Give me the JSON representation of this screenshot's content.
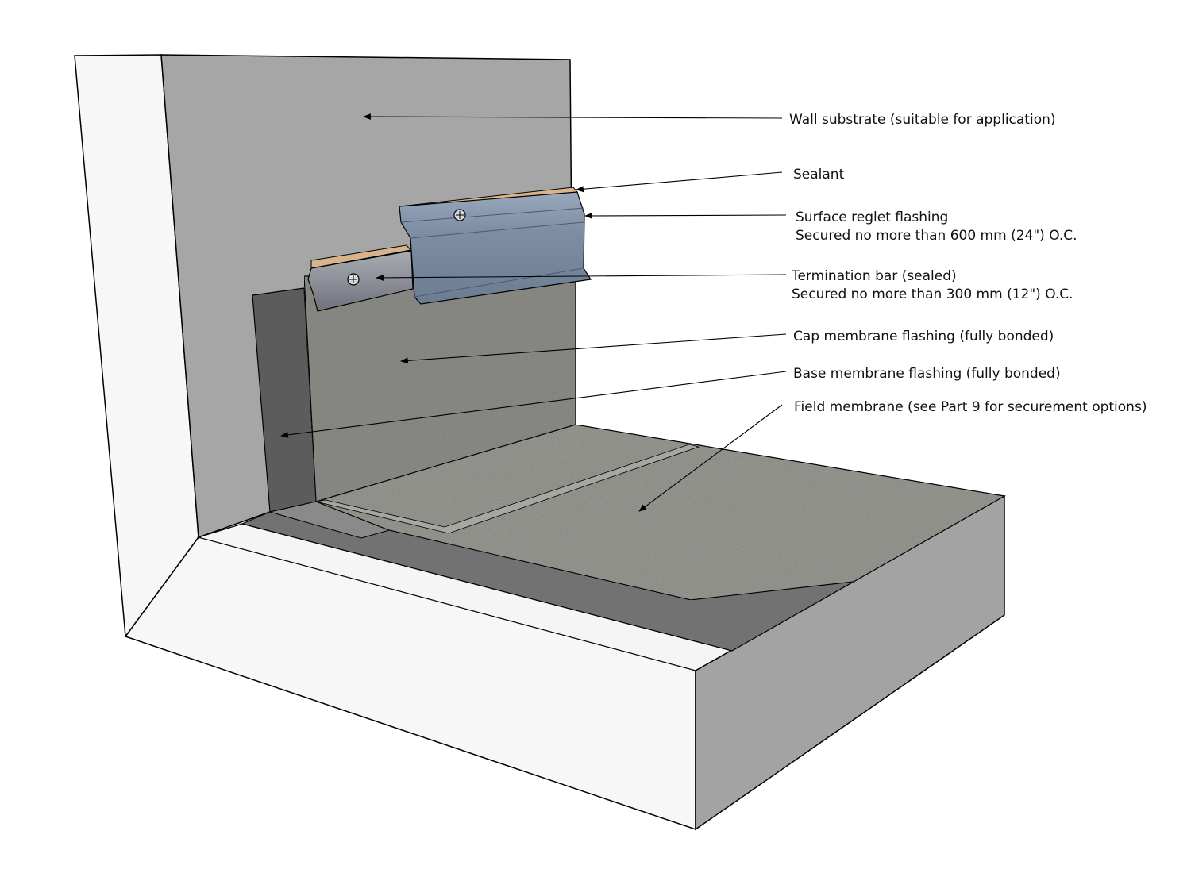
{
  "colors": {
    "background": "#ffffff",
    "outline": "#000000",
    "deck_face": "#f7f7f7",
    "wall_substrate": "#a6a6a6",
    "deck_side": "#a3a3a3",
    "base_membrane": "#5c5c5c",
    "deck_shadow": "#727272",
    "granular_membrane": "#9a9a95",
    "granular_membrane_dark": "#6e6e6a",
    "metal_flashing": "#7d8ea4",
    "termination_bar": "#8e9099",
    "sealant": "#d8b48c"
  },
  "callouts": [
    {
      "line1": "Wall substrate (suitable for application)",
      "line2": ""
    },
    {
      "line1": "Sealant",
      "line2": ""
    },
    {
      "line1": "Surface reglet flashing",
      "line2": "Secured no more than 600 mm (24\") O.C."
    },
    {
      "line1": "Termination bar (sealed)",
      "line2": "Secured no more than 300 mm (12\") O.C."
    },
    {
      "line1": "Cap membrane flashing (fully bonded)",
      "line2": ""
    },
    {
      "line1": "Base membrane flashing (fully bonded)",
      "line2": ""
    },
    {
      "line1": "Field membrane (see Part 9 for securement options)",
      "line2": ""
    }
  ]
}
